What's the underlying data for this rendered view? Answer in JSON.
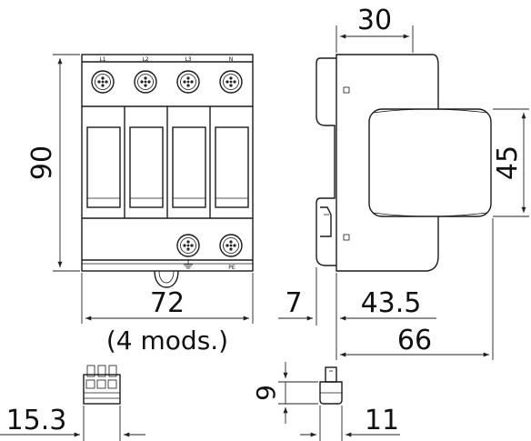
{
  "dimensions": {
    "height_front": "90",
    "width_front": "72",
    "modules": "(4 mods.)",
    "depth_top": "30",
    "height_side": "45",
    "offset_left": "7",
    "depth_body": "43.5",
    "depth_total": "66",
    "plug_width": "15.3",
    "plug_height": "9",
    "plug_depth": "11"
  },
  "terminal_labels": [
    "L1",
    "L2",
    "L3",
    "N"
  ],
  "pe_label": "PE"
}
